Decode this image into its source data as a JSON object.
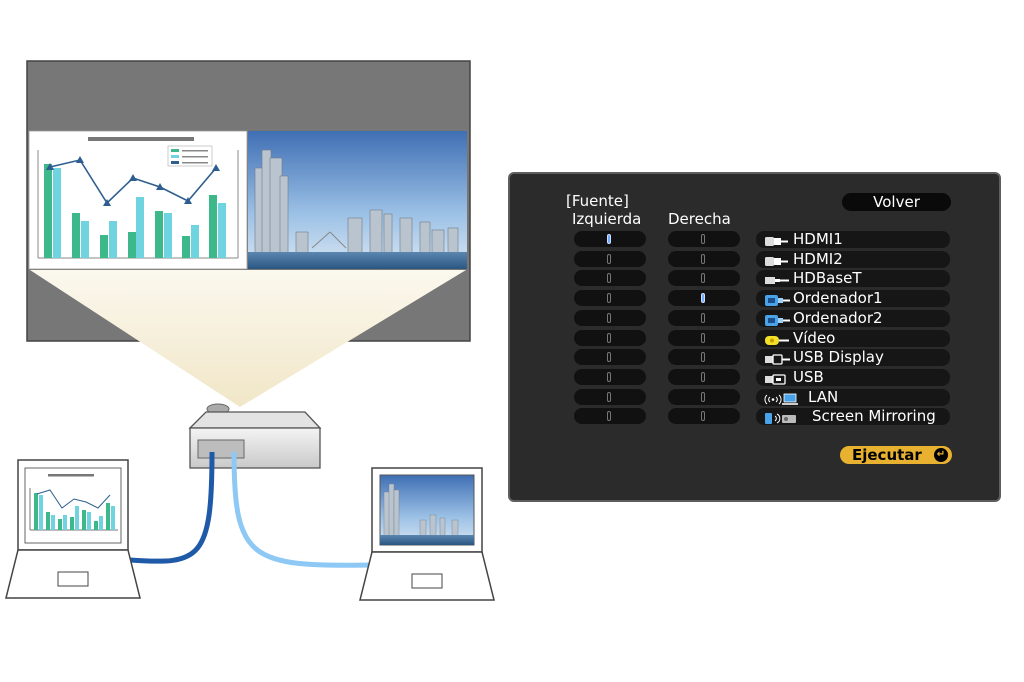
{
  "menu": {
    "title": "[Fuente]",
    "back_label": "Volver",
    "left_column": "Izquierda",
    "right_column": "Derecha",
    "execute_label": "Ejecutar",
    "left_selected_index": 0,
    "right_selected_index": 3,
    "sources": [
      {
        "label": "HDMI1",
        "icon": "hdmi-icon"
      },
      {
        "label": "HDMI2",
        "icon": "hdmi-icon"
      },
      {
        "label": "HDBaseT",
        "icon": "hdbaset-icon"
      },
      {
        "label": "Ordenador1",
        "icon": "computer-vga-icon"
      },
      {
        "label": "Ordenador2",
        "icon": "computer-vga-icon"
      },
      {
        "label": "Vídeo",
        "icon": "video-rca-icon"
      },
      {
        "label": "USB Display",
        "icon": "usb-display-icon"
      },
      {
        "label": "USB",
        "icon": "usb-icon"
      },
      {
        "label": "LAN",
        "icon": "lan-wireless-icon"
      },
      {
        "label": "Screen Mirroring",
        "icon": "screen-mirroring-icon"
      }
    ]
  },
  "colors": {
    "panel_bg": "#2b2b2b",
    "execute_bg": "#e8b230",
    "selected_mark": "#6fa8ff",
    "cable_left": "#1f5aa8",
    "cable_right": "#8ec8f5",
    "chart_teal": "#3cb88a",
    "chart_cyan": "#6fd3e0",
    "chart_line": "#2e5e8f"
  }
}
